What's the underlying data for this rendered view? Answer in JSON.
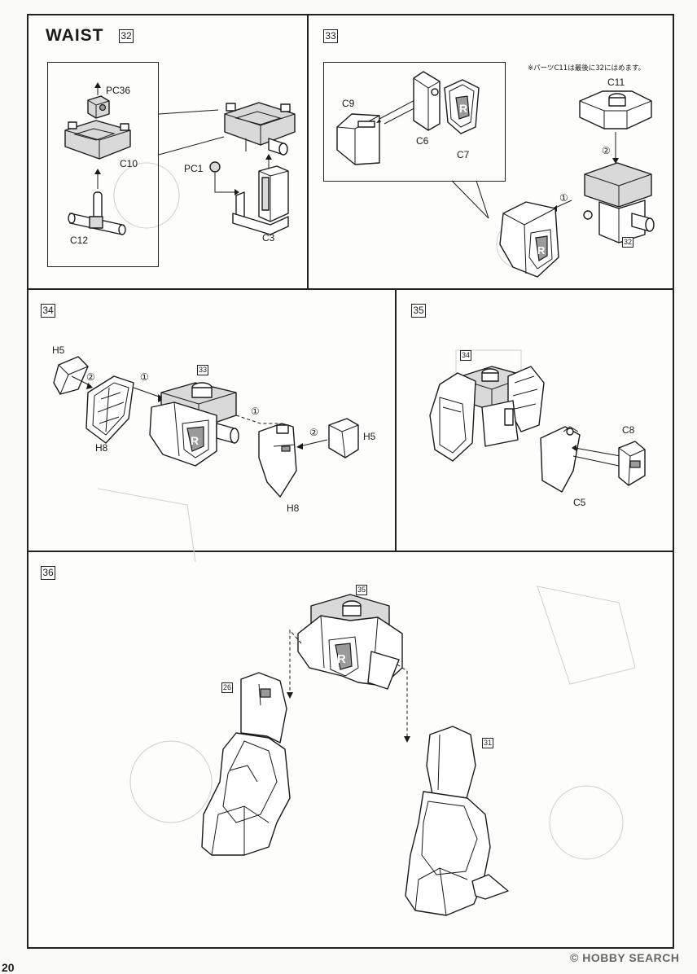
{
  "title": "WAIST",
  "steps": {
    "s32": {
      "number": "32"
    },
    "s33": {
      "number": "33",
      "note": "※パーツC11は最後に32にはめます。",
      "ref": "32"
    },
    "s34": {
      "number": "34",
      "ref": "33"
    },
    "s35": {
      "number": "35",
      "ref": "34"
    },
    "s36": {
      "number": "36",
      "ref_top": "35",
      "ref_left": "26",
      "ref_right": "31"
    }
  },
  "labels": {
    "pc36": "PC36",
    "c10": "C10",
    "c12": "C12",
    "pc1": "PC1",
    "c3": "C3",
    "c9": "C9",
    "c6": "C6",
    "c7": "C7",
    "c11": "C11",
    "order1": "①",
    "order2": "②",
    "h5_left": "H5",
    "h8_left": "H8",
    "h5_right": "H5",
    "h8_right": "H8",
    "c8": "C8",
    "c5": "C5"
  },
  "footer": {
    "watermark": "© HOBBY SEARCH",
    "page": "20"
  }
}
